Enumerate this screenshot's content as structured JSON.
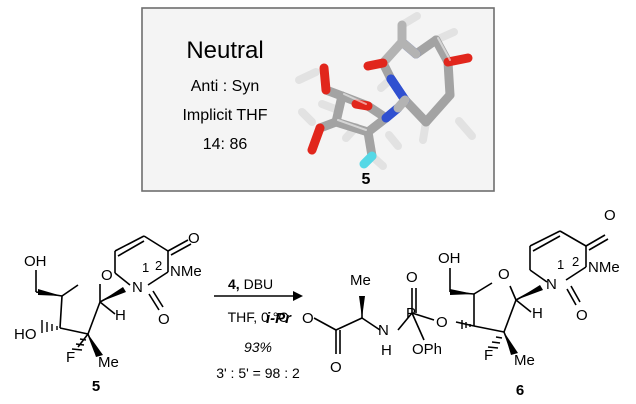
{
  "panel": {
    "state": "Neutral",
    "ratio_label": "Anti : Syn",
    "solvent": "Implicit THF",
    "ratio": "14: 86",
    "compound": "5"
  },
  "reactant": {
    "number": "5",
    "labels": {
      "oh": "OH",
      "ho": "HO",
      "f": "F",
      "me": "Me",
      "h": "H",
      "o_ring": "O",
      "o_top": "O",
      "o_bottom": "O",
      "n1": "N",
      "n3": "NMe",
      "pos1": "1",
      "pos2": "2"
    }
  },
  "reaction": {
    "reagent_num": "4,",
    "reagent": " DBU",
    "conditions": "THF, 0 °C",
    "yield": "93%",
    "selectivity": "3' : 5' = 98 : 2"
  },
  "product": {
    "number": "6",
    "labels": {
      "ipr": "i-Pr",
      "o_ester": "O",
      "co": "O",
      "me_ala": "Me",
      "nh_n": "N",
      "nh_h": "H",
      "p": "P",
      "p_o": "O",
      "p_o2": "O",
      "oph": "OPh",
      "oh": "OH",
      "o_ring": "O",
      "o_top": "O",
      "o_bottom": "O",
      "n1": "N",
      "n3": "NMe",
      "f": "F",
      "me": "Me",
      "h": "H",
      "pos1": "1",
      "pos2": "2"
    }
  },
  "colors": {
    "carbon": "#a3a3a3",
    "carbon_light": "#cfcfcf",
    "oxygen": "#e1261c",
    "nitrogen": "#3050d0",
    "fluorine": "#55d8e6",
    "hydrogen": "#ececec",
    "frame": "#6e6e6e",
    "bg": "#f4f4f4"
  }
}
